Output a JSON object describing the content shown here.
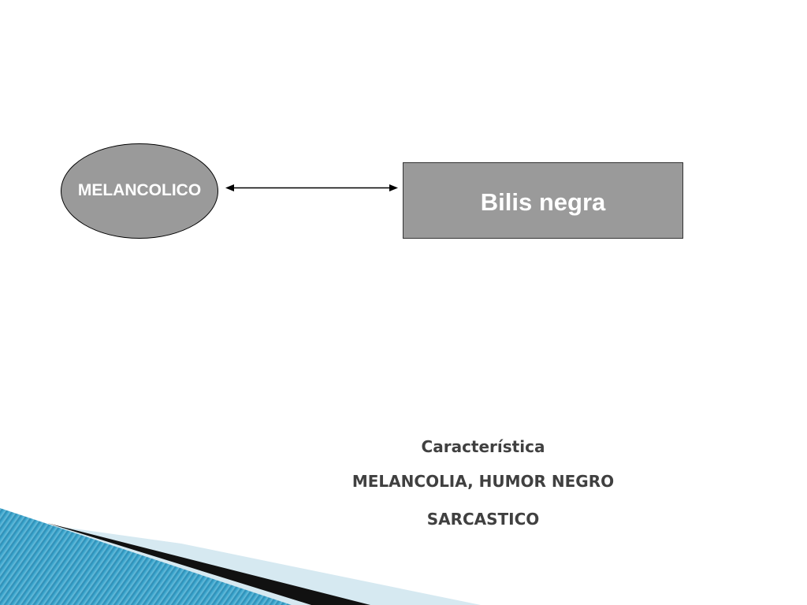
{
  "diagram": {
    "ellipse_label": "MELANCOLICO",
    "box_label": "Bilis negra",
    "connector": "bidirectional-arrow"
  },
  "caption": {
    "line1": "Característica",
    "line2": "MELANCOLIA, HUMOR NEGRO",
    "line3": "SARCASTICO"
  },
  "colors": {
    "shape_fill": "#9a9a9a",
    "shape_text": "#ffffff",
    "caption_text": "#404040",
    "decor_blue": "#2a8fb8",
    "decor_light": "#d6e9f1"
  }
}
